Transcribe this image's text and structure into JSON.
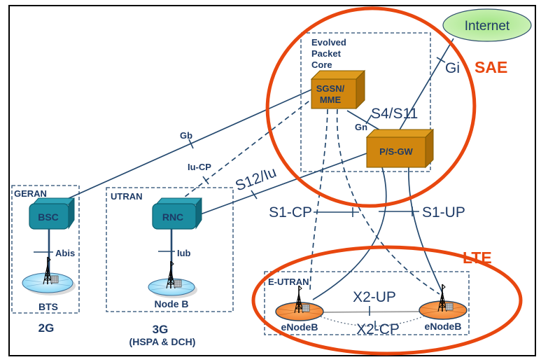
{
  "colors": {
    "navy": "#1D3A66",
    "line": "#24496F",
    "red": "#E8470F",
    "gray": "#A6A6A6",
    "orangeFace": "#D0860F",
    "orangeTop": "#DE9B1E",
    "orangeSide": "#A96C08",
    "orangeEdge": "#7F5A00",
    "tealFace": "#1B8CA0",
    "tealTop": "#2EA3B7",
    "tealSide": "#11687A",
    "tealEdge": "#0E6070",
    "enbCenter": "#FBB066",
    "enbEdge": "#EE6F1E",
    "stationCenter": "#EAF8FF",
    "stationEdge": "#5FC8F2",
    "internetCenter": "#A3E585",
    "internetEdge": "#DCF6CC"
  },
  "regions": {
    "sae": "SAE",
    "lte": "LTE"
  },
  "internet": {
    "label": "Internet"
  },
  "epc": {
    "title_lines": [
      "Evolved",
      "Packet",
      "Core"
    ],
    "sgsn_lines": [
      "SGSN/",
      "MME"
    ],
    "pgw": "P/S-GW"
  },
  "geran": {
    "title": "GERAN",
    "bsc": "BSC",
    "bts": "BTS",
    "tech": "2G"
  },
  "utran": {
    "title": "UTRAN",
    "rnc": "RNC",
    "nodeb": "Node B",
    "tech": "3G",
    "tech_sub": "(HSPA & DCH)"
  },
  "eutran": {
    "title": "E-UTRAN",
    "enb_left": "eNodeB",
    "enb_right": "eNodeB"
  },
  "interfaces": {
    "gb": "Gb",
    "iu_cp": "Iu-CP",
    "s12_iu": "S12/Iu",
    "s4_s11": "S4/S11",
    "gn": "Gn",
    "gi": "Gi",
    "s1_cp": "S1-CP",
    "s1_up": "S1-UP",
    "x2_up": "X2-UP",
    "x2_cp": "X2-CP",
    "abis": "Abis",
    "iub": "Iub"
  }
}
